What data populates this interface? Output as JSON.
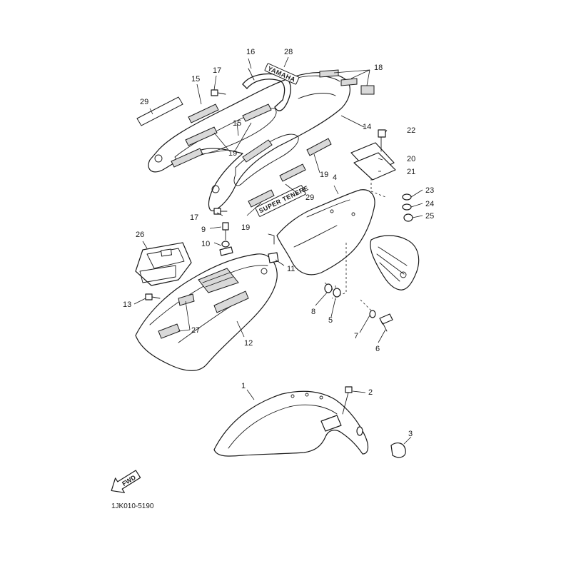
{
  "diagram": {
    "part_code": "1JK010-5190",
    "fwd_label": "FWD",
    "emblem_text": "SUPER TENERE",
    "brand_text": "YAMAHA",
    "callouts": [
      {
        "id": "1",
        "label": "1"
      },
      {
        "id": "2",
        "label": "2"
      },
      {
        "id": "3",
        "label": "3"
      },
      {
        "id": "4",
        "label": "4"
      },
      {
        "id": "5",
        "label": "5"
      },
      {
        "id": "6",
        "label": "6"
      },
      {
        "id": "7",
        "label": "7"
      },
      {
        "id": "8",
        "label": "8"
      },
      {
        "id": "9",
        "label": "9"
      },
      {
        "id": "10",
        "label": "10"
      },
      {
        "id": "11",
        "label": "11"
      },
      {
        "id": "12",
        "label": "12"
      },
      {
        "id": "13",
        "label": "13"
      },
      {
        "id": "14",
        "label": "14"
      },
      {
        "id": "15a",
        "label": "15"
      },
      {
        "id": "15b",
        "label": "15"
      },
      {
        "id": "16",
        "label": "16"
      },
      {
        "id": "17a",
        "label": "17"
      },
      {
        "id": "17b",
        "label": "17"
      },
      {
        "id": "18",
        "label": "18"
      },
      {
        "id": "19a",
        "label": "19"
      },
      {
        "id": "19b",
        "label": "19"
      },
      {
        "id": "19c",
        "label": "19"
      },
      {
        "id": "20",
        "label": "20"
      },
      {
        "id": "21",
        "label": "21"
      },
      {
        "id": "22",
        "label": "22"
      },
      {
        "id": "23",
        "label": "23"
      },
      {
        "id": "24",
        "label": "24"
      },
      {
        "id": "25",
        "label": "25"
      },
      {
        "id": "26",
        "label": "26"
      },
      {
        "id": "27",
        "label": "27"
      },
      {
        "id": "28",
        "label": "28"
      },
      {
        "id": "29a",
        "label": "29"
      },
      {
        "id": "29b",
        "label": "29"
      }
    ]
  }
}
